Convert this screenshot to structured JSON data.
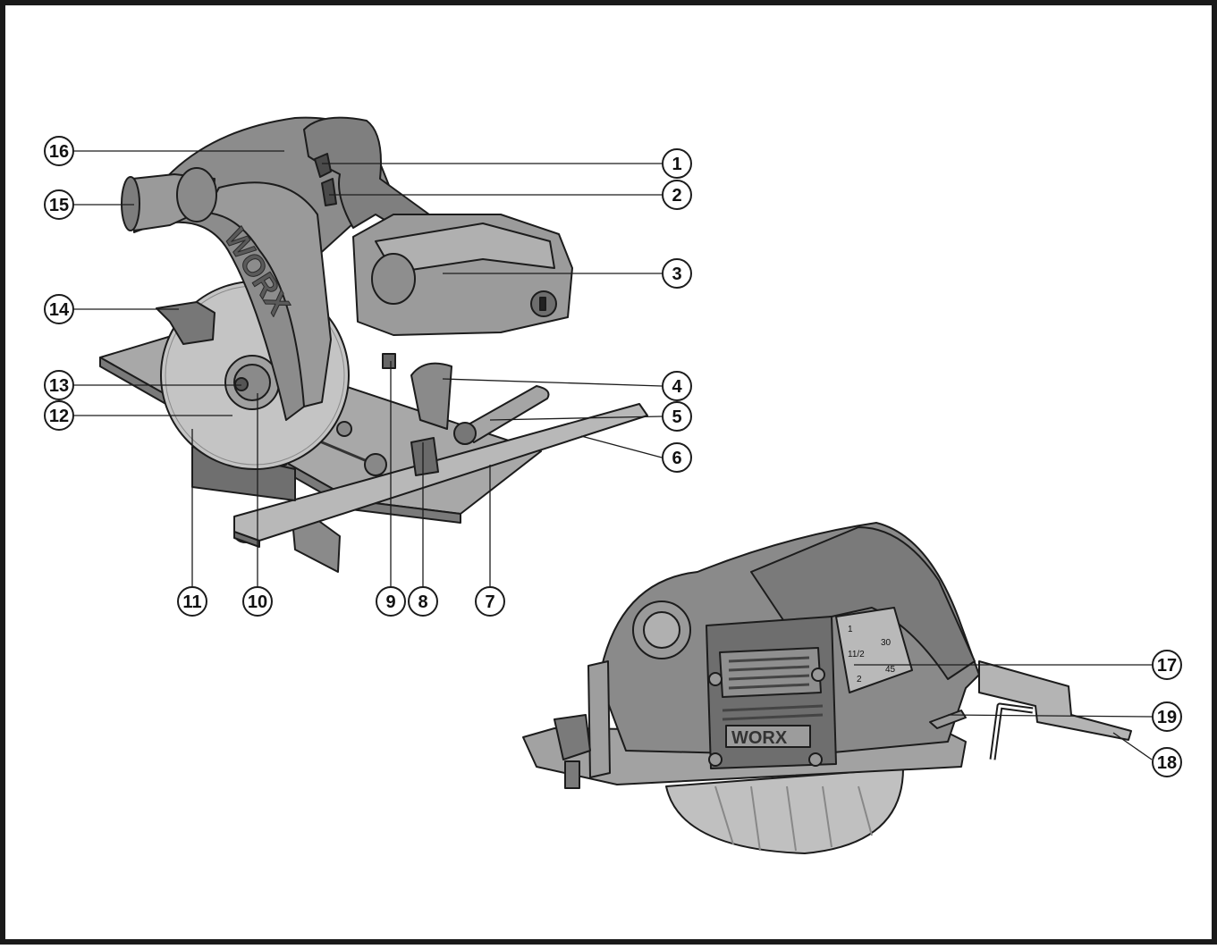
{
  "brand": "WORX",
  "colors": {
    "border": "#1a1a1a",
    "body_gray": "#8c8c8c",
    "dark_gray": "#5c5c5c",
    "light_gray": "#b5b5b5",
    "blade_gray": "#c4c4c4",
    "outline": "#1c1c1c"
  },
  "callouts": {
    "c1": "1",
    "c2": "2",
    "c3": "3",
    "c4": "4",
    "c5": "5",
    "c6": "6",
    "c7": "7",
    "c8": "8",
    "c9": "9",
    "c10": "10",
    "c11": "11",
    "c12": "12",
    "c13": "13",
    "c14": "14",
    "c15": "15",
    "c16": "16",
    "c17": "17",
    "c18": "18",
    "c19": "19"
  },
  "bevel_scale": {
    "m1": "1",
    "m2": "11/2",
    "m3": "2",
    "m4": "30",
    "m5": "45"
  }
}
